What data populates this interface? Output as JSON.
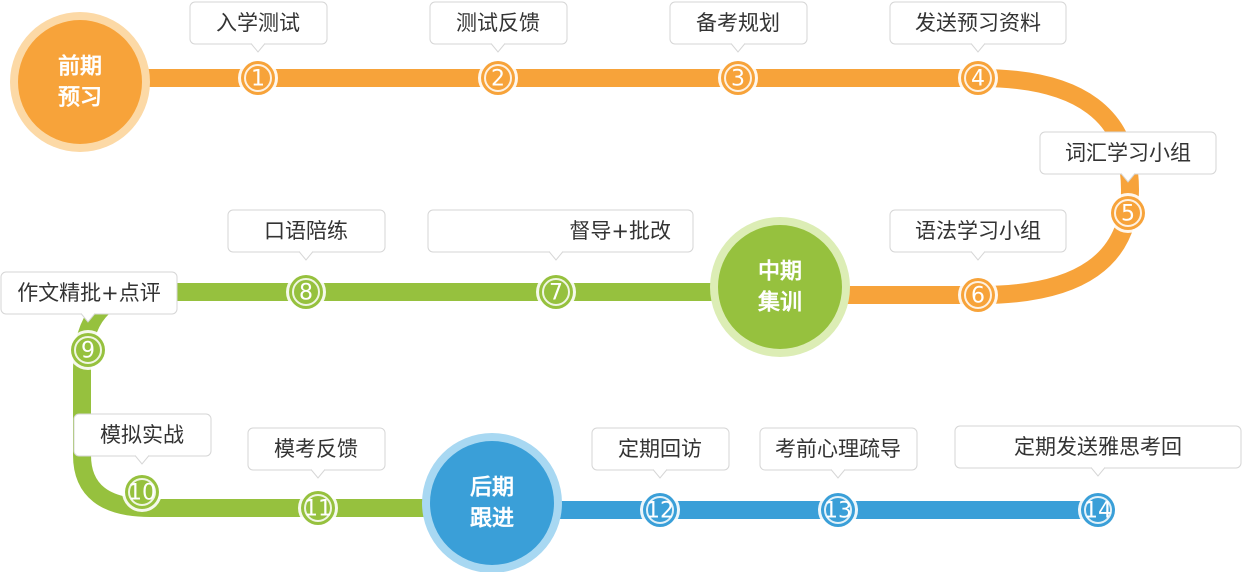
{
  "colors": {
    "orange": "#f7a33a",
    "orange_light": "#fcd9a6",
    "green": "#96c13e",
    "green_light": "#dcedb5",
    "blue": "#3a9fd8",
    "blue_light": "#a8d8f2"
  },
  "phases": [
    {
      "id": "early",
      "line1": "前期",
      "line2": "预习",
      "color": "orange"
    },
    {
      "id": "mid",
      "line1": "中期",
      "line2": "集训",
      "color": "green"
    },
    {
      "id": "late",
      "line1": "后期",
      "line2": "跟进",
      "color": "blue"
    }
  ],
  "steps": [
    {
      "num": "1",
      "label": "入学测试",
      "color": "orange"
    },
    {
      "num": "2",
      "label": "测试反馈",
      "color": "orange"
    },
    {
      "num": "3",
      "label": "备考规划",
      "color": "orange"
    },
    {
      "num": "4",
      "label": "发送预习资料",
      "color": "orange"
    },
    {
      "num": "5",
      "label": "词汇学习小组",
      "color": "orange"
    },
    {
      "num": "6",
      "label": "语法学习小组",
      "color": "orange"
    },
    {
      "num": "7",
      "label": "督导+批改",
      "color": "green"
    },
    {
      "num": "8",
      "label": "口语陪练",
      "color": "green"
    },
    {
      "num": "9",
      "label": "作文精批+点评",
      "color": "green"
    },
    {
      "num": "10",
      "label": "模拟实战",
      "color": "green"
    },
    {
      "num": "11",
      "label": "模考反馈",
      "color": "green"
    },
    {
      "num": "12",
      "label": "定期回访",
      "color": "blue"
    },
    {
      "num": "13",
      "label": "考前心理疏导",
      "color": "blue"
    },
    {
      "num": "14",
      "label": "定期发送雅思考回",
      "color": "blue"
    }
  ]
}
